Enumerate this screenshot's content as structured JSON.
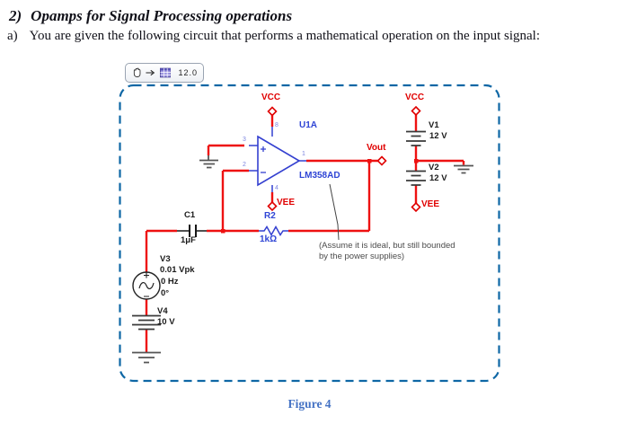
{
  "heading": {
    "number": "2)",
    "title": "Opamps for Signal Processing operations"
  },
  "item_a": {
    "label": "a)",
    "text": "You are given the following circuit that performs a mathematical operation on the input signal:"
  },
  "toolbar": {
    "zoom_value": "12.0",
    "hand_icon": "hand-drag",
    "arrow_icon": "right-arrow",
    "sheet_icon": "worksheet"
  },
  "colors": {
    "wire_red": "#ee1111",
    "component_blue": "#3440d0",
    "label_blue": "#2f45d5",
    "label_red": "#e00000",
    "border_blue": "#0e67a5",
    "caption_blue": "#4472c4",
    "note_gray": "#4b4b4b"
  },
  "schematic": {
    "opamp": {
      "ref": "U1A",
      "part": "LM358AD",
      "pins": {
        "out": "1",
        "inv": "2",
        "non_inv": "3",
        "vee": "4",
        "vcc": "8"
      }
    },
    "power": {
      "vcc_left": "VCC",
      "vcc_right": "VCC",
      "vee_mid": "VEE",
      "vee_right": "VEE"
    },
    "output_label": "Vout",
    "v1": {
      "name": "V1",
      "value": "12 V"
    },
    "v2": {
      "name": "V2",
      "value": "12 V"
    },
    "r2": {
      "name": "R2",
      "value": "1kΩ"
    },
    "c1": {
      "name": "C1",
      "value": "1μF"
    },
    "v3": {
      "name": "V3",
      "value": "0.01 Vpk",
      "freq": "0 Hz",
      "phase": "0°"
    },
    "v4": {
      "name": "V4",
      "value": "10 V"
    },
    "note_line1": "(Assume it is ideal, but still bounded",
    "note_line2": "by the power supplies)"
  },
  "caption": {
    "text": "Figure 4"
  }
}
